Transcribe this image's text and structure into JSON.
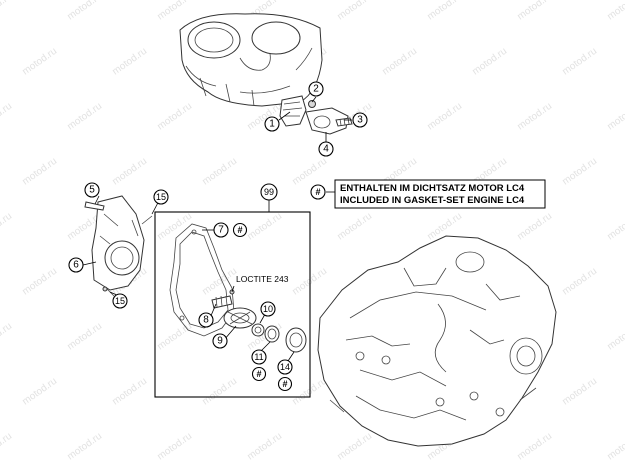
{
  "callouts": {
    "c1": "1",
    "c2": "2",
    "c3": "3",
    "c4": "4",
    "c5": "5",
    "c6": "6",
    "c7": "7",
    "c8": "8",
    "c9": "9",
    "c10": "10",
    "c11": "11",
    "c14": "14",
    "c15a": "15",
    "c15b": "15",
    "c99": "99",
    "hash": "#"
  },
  "note": {
    "line1": "ENTHALTEN IM DICHTSATZ MOTOR LC4",
    "line2": "INCLUDED IN GASKET-SET ENGINE LC4"
  },
  "loctite": "LOCTITE 243",
  "watermark": "motod.ru"
}
